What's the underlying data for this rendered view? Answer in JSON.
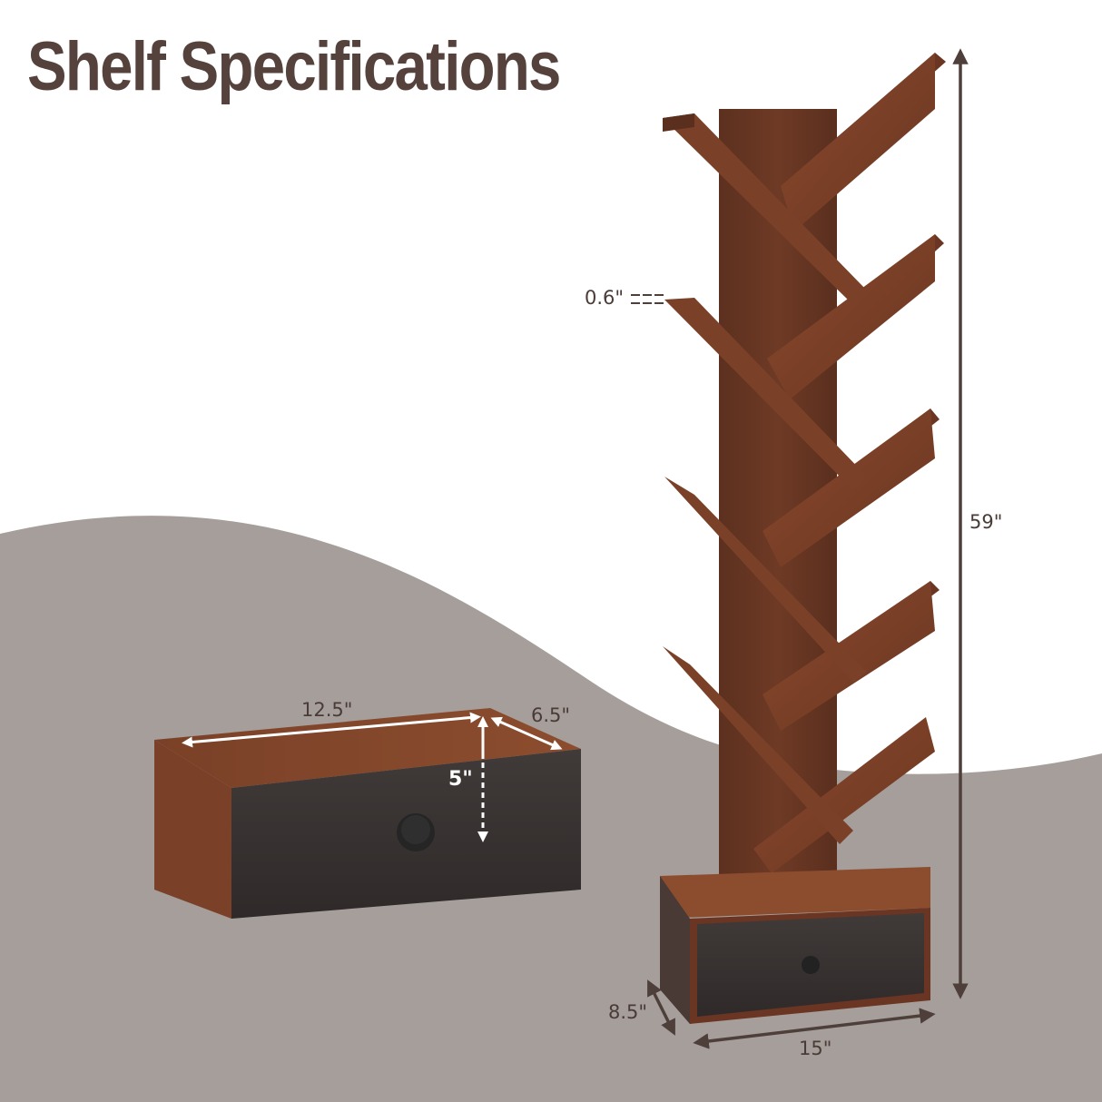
{
  "header": {
    "title": "Shelf Specifications"
  },
  "colors": {
    "title": "#56423c",
    "background": "#ffffff",
    "floor_shape": "#a59e9b",
    "wood": "#7a4128",
    "wood_dark": "#5a2f1e",
    "drawer_front": "#3a3534",
    "dimension_line": "#4e3f3b",
    "dimension_line_light": "#ffffff"
  },
  "bookshelf": {
    "shelf_count": 9,
    "has_drawer": true,
    "dimensions": {
      "total_height": "59\"",
      "shelf_thickness": "0.6\"",
      "base_width": "15\"",
      "base_depth": "8.5\""
    }
  },
  "drawer": {
    "dimensions": {
      "width": "12.5\"",
      "depth": "6.5\"",
      "height": "5\""
    }
  }
}
